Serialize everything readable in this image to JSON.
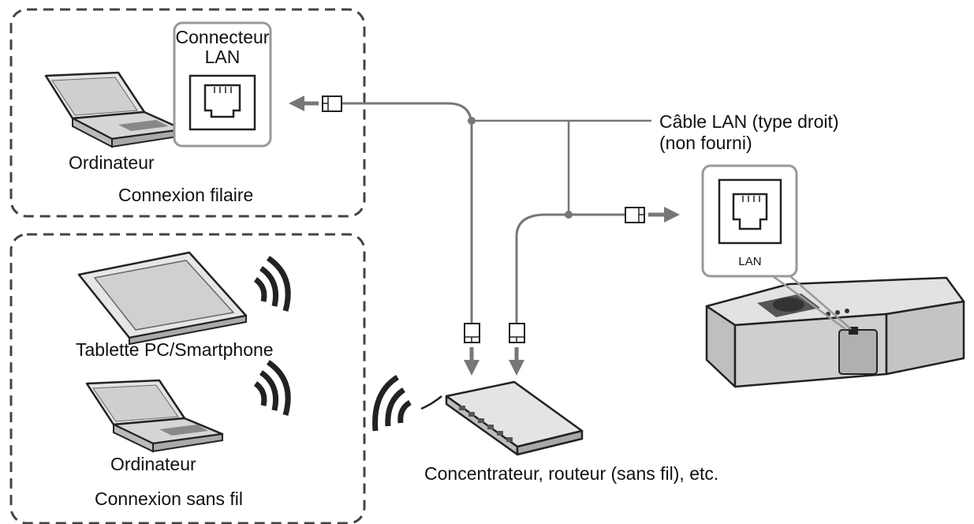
{
  "labels": {
    "lan_connector_line1": "Connecteur",
    "lan_connector_line2": "LAN",
    "computer_wired": "Ordinateur",
    "wired_connection": "Connexion filaire",
    "lan_cable_line1": "Câble LAN (type droit)",
    "lan_cable_line2": "(non fourni)",
    "projector_port": "LAN",
    "tablet": "Tablette PC/Smartphone",
    "computer_wireless": "Ordinateur",
    "wireless_connection": "Connexion sans fil",
    "hub": "Concentrateur, routeur (sans fil), etc."
  },
  "colors": {
    "line": "#222222",
    "cable": "#777777",
    "panel_border": "#999999",
    "device_fill": "#d9d9d9",
    "device_dark": "#555555"
  }
}
